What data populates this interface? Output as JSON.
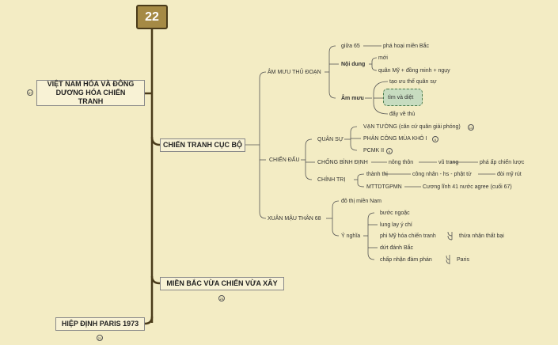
{
  "root": "22",
  "main": {
    "vnh": "VIỆT NAM HÓA VÀ ĐÔNG DƯƠNG HÓA CHIẾN TRANH",
    "vnh_badge": "57",
    "cuc_bo": "CHIẾN TRANH CỤC BỘ",
    "mien_bac": "MIỀN BẮC VỪA CHIẾN VỪA XÂY",
    "mien_bac_badge": "23",
    "paris": "HIỆP ĐỊNH PARIS 1973",
    "paris_badge": "21"
  },
  "am_muu": {
    "label": "ÂM MƯU THỦ ĐOẠN",
    "giua65": "giữa 65",
    "pha_hoai": "phá hoại miền Bắc",
    "noi_dung": "Nội dung",
    "moi": "mới",
    "quan_my": "quân Mỹ + đồng minh + ngụy",
    "am_muu": "Âm mưu",
    "tao_uu_the": "tạo ưu thế quân sự",
    "tim_diet": "tìm và diệt",
    "day_ve": "đẩy về thủ"
  },
  "chien_dau": {
    "label": "CHIẾN ĐẤU",
    "quan_su": "QUÂN SỰ",
    "van_tuong": "VẠN TƯỜNG (căn cứ quân giải phóng)",
    "van_tuong_badge": "13",
    "phan_cong": "PHẢN CÔNG MÙA KHÔ I",
    "phan_cong_badge": "6",
    "pcmk2": "PCMK II",
    "pcmk2_badge": "6",
    "chong_binh_dinh": "CHỐNG BÌNH ĐỊNH",
    "nong_thon": "nông thôn",
    "vu_trang": "vũ trang",
    "pha_ap": "phá ấp chiến lược",
    "chinh_tri": "CHÍNH TRỊ",
    "thanh_thi": "thành thị",
    "cong_nhan": "công nhân - hs - phật tử",
    "doi_my_rut": "đòi mỹ rút",
    "mttdtgpmn": "MTTDTGPMN",
    "cuong_linh": "Cương lĩnh 41 nước agree (cuối 67)"
  },
  "xuan_mau_than": {
    "label": "XUÂN MẬU THÂN 68",
    "do_thi": "đô thị miền Nam",
    "y_nghia": "Ý nghĩa",
    "buoc_ngoac": "bước ngoặc",
    "lung_lay": "lung lay ý chí",
    "phi_my_hoa": "phi Mỹ hóa chiến tranh",
    "thua_nhan": "thừa nhận thất bại",
    "dut_danh": "dứt đánh Bắc",
    "chap_nhan": "chấp nhận đàm phán",
    "paris": "Paris"
  }
}
